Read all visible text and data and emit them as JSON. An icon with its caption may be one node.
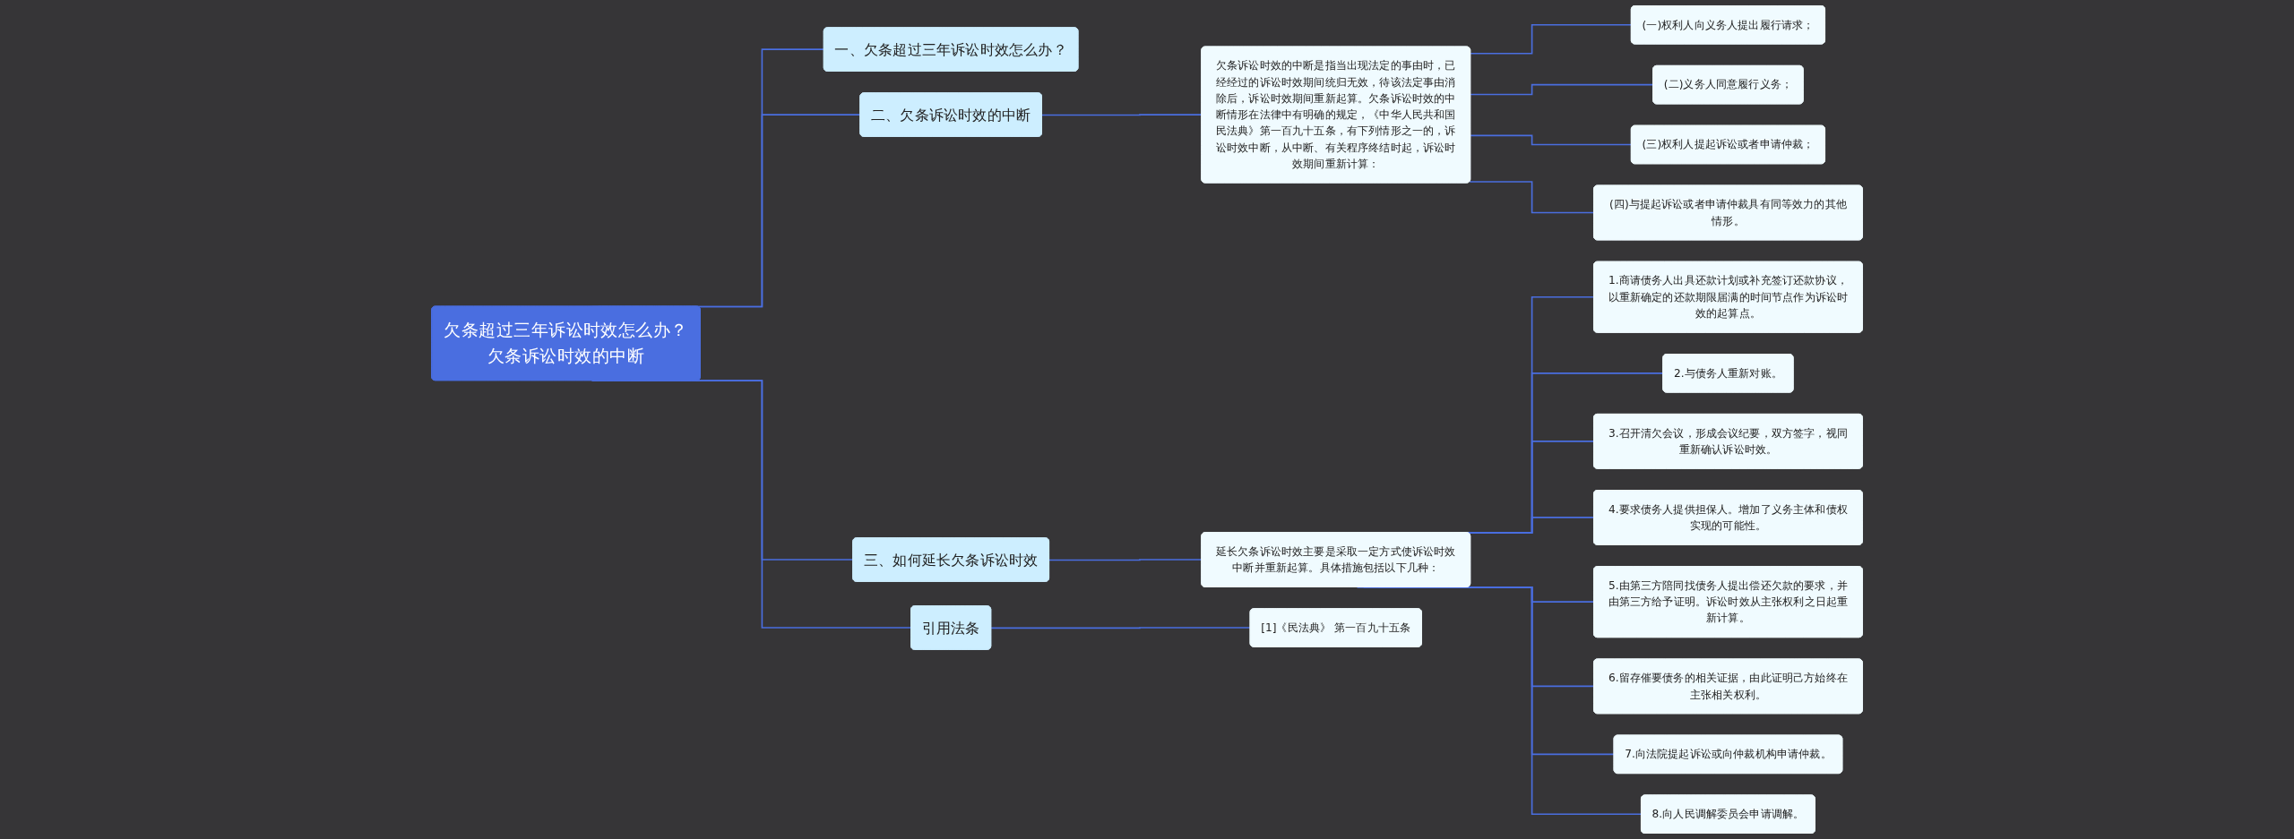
{
  "diagram": {
    "nodes": [
      {
        "text": [
          "欠条超过三年诉讼时效怎么办？欠条诉讼时效的中断"
        ]
      },
      {
        "text": [
          "一、欠条超过三年诉讼时效怎么办？"
        ]
      },
      {
        "text": [
          "二、欠条诉讼时效的中断"
        ]
      },
      {
        "text": [
          "欠条诉讼时效的中断是指当出现法定的事由时，已经经过的诉讼时效期间统归无效，待该法定事由消除后，诉讼时效期间重新起算。欠条诉讼时效的中断情形在法律中有明确的规定，《中华人民共和国民法典》第一百九十五条，有下列情形之一的，诉讼时效中断，从中断、有关程序终结时起，诉讼时效期间重新计算："
        ]
      },
      {
        "text": [
          "(一)权利人向义务人提出履行请求；"
        ]
      },
      {
        "text": [
          "(二)义务人同意履行义务；"
        ]
      },
      {
        "text": [
          "(三)权利人提起诉讼或者申请仲裁；"
        ]
      },
      {
        "text": [
          "(四)与提起诉讼或者申请仲裁具有同等效力的其他情形。"
        ]
      },
      {
        "text": [
          "三、如何延长欠条诉讼时效"
        ]
      },
      {
        "text": [
          "延长欠条诉讼时效主要是采取一定方式使诉讼时效中断并重新起算。具体措施包括以下几种："
        ]
      },
      {
        "text": [
          "1.商请债务人出具还款计划或补充签订还款协议，以重新确定的还款期限届满的时间节点作为诉讼时效的起算点。"
        ]
      },
      {
        "text": [
          "2.与债务人重新对账。"
        ]
      },
      {
        "text": [
          "3.召开清欠会议，形成会议纪要，双方签字，视同重新确认诉讼时效。"
        ]
      },
      {
        "text": [
          "4.要求债务人提供担保人。增加了义务主体和债权实现的可能性。"
        ]
      },
      {
        "text": [
          "5.由第三方陪同找债务人提出偿还欠款的要求，并由第三方给予证明。诉讼时效从主张权利之日起重新计算。"
        ]
      },
      {
        "text": [
          "6.留存催要债务的相关证据，由此证明己方始终在主张相关权利。"
        ]
      },
      {
        "text": [
          "7.向法院提起诉讼或向仲裁机构申请仲裁。"
        ]
      },
      {
        "text": [
          "8.向人民调解委员会申请调解。"
        ]
      },
      {
        "text": [
          "引用法条"
        ]
      },
      {
        "text": [
          "[1]《民法典》 第一百九十五条"
        ]
      }
    ],
    "edges": [
      {
        "from": 0,
        "to": 1,
        "arrow": "none"
      },
      {
        "from": 0,
        "to": 2,
        "arrow": "none"
      },
      {
        "from": 2,
        "to": 3,
        "arrow": "none"
      },
      {
        "from": 3,
        "to": 4,
        "arrow": "none"
      },
      {
        "from": 3,
        "to": 5,
        "arrow": "none"
      },
      {
        "from": 3,
        "to": 6,
        "arrow": "none"
      },
      {
        "from": 3,
        "to": 7,
        "arrow": "none"
      },
      {
        "from": 0,
        "to": 8,
        "arrow": "none"
      },
      {
        "from": 8,
        "to": 9,
        "arrow": "none"
      },
      {
        "from": 9,
        "to": 10,
        "arrow": "none"
      },
      {
        "from": 9,
        "to": 11,
        "arrow": "none"
      },
      {
        "from": 9,
        "to": 12,
        "arrow": "none"
      },
      {
        "from": 9,
        "to": 13,
        "arrow": "none"
      },
      {
        "from": 9,
        "to": 14,
        "arrow": "none"
      },
      {
        "from": 9,
        "to": 15,
        "arrow": "none"
      },
      {
        "from": 9,
        "to": 16,
        "arrow": "none"
      },
      {
        "from": 9,
        "to": 17,
        "arrow": "none"
      },
      {
        "from": 0,
        "to": 18,
        "arrow": "none"
      },
      {
        "from": 18,
        "to": 19,
        "arrow": "none"
      }
    ]
  }
}
